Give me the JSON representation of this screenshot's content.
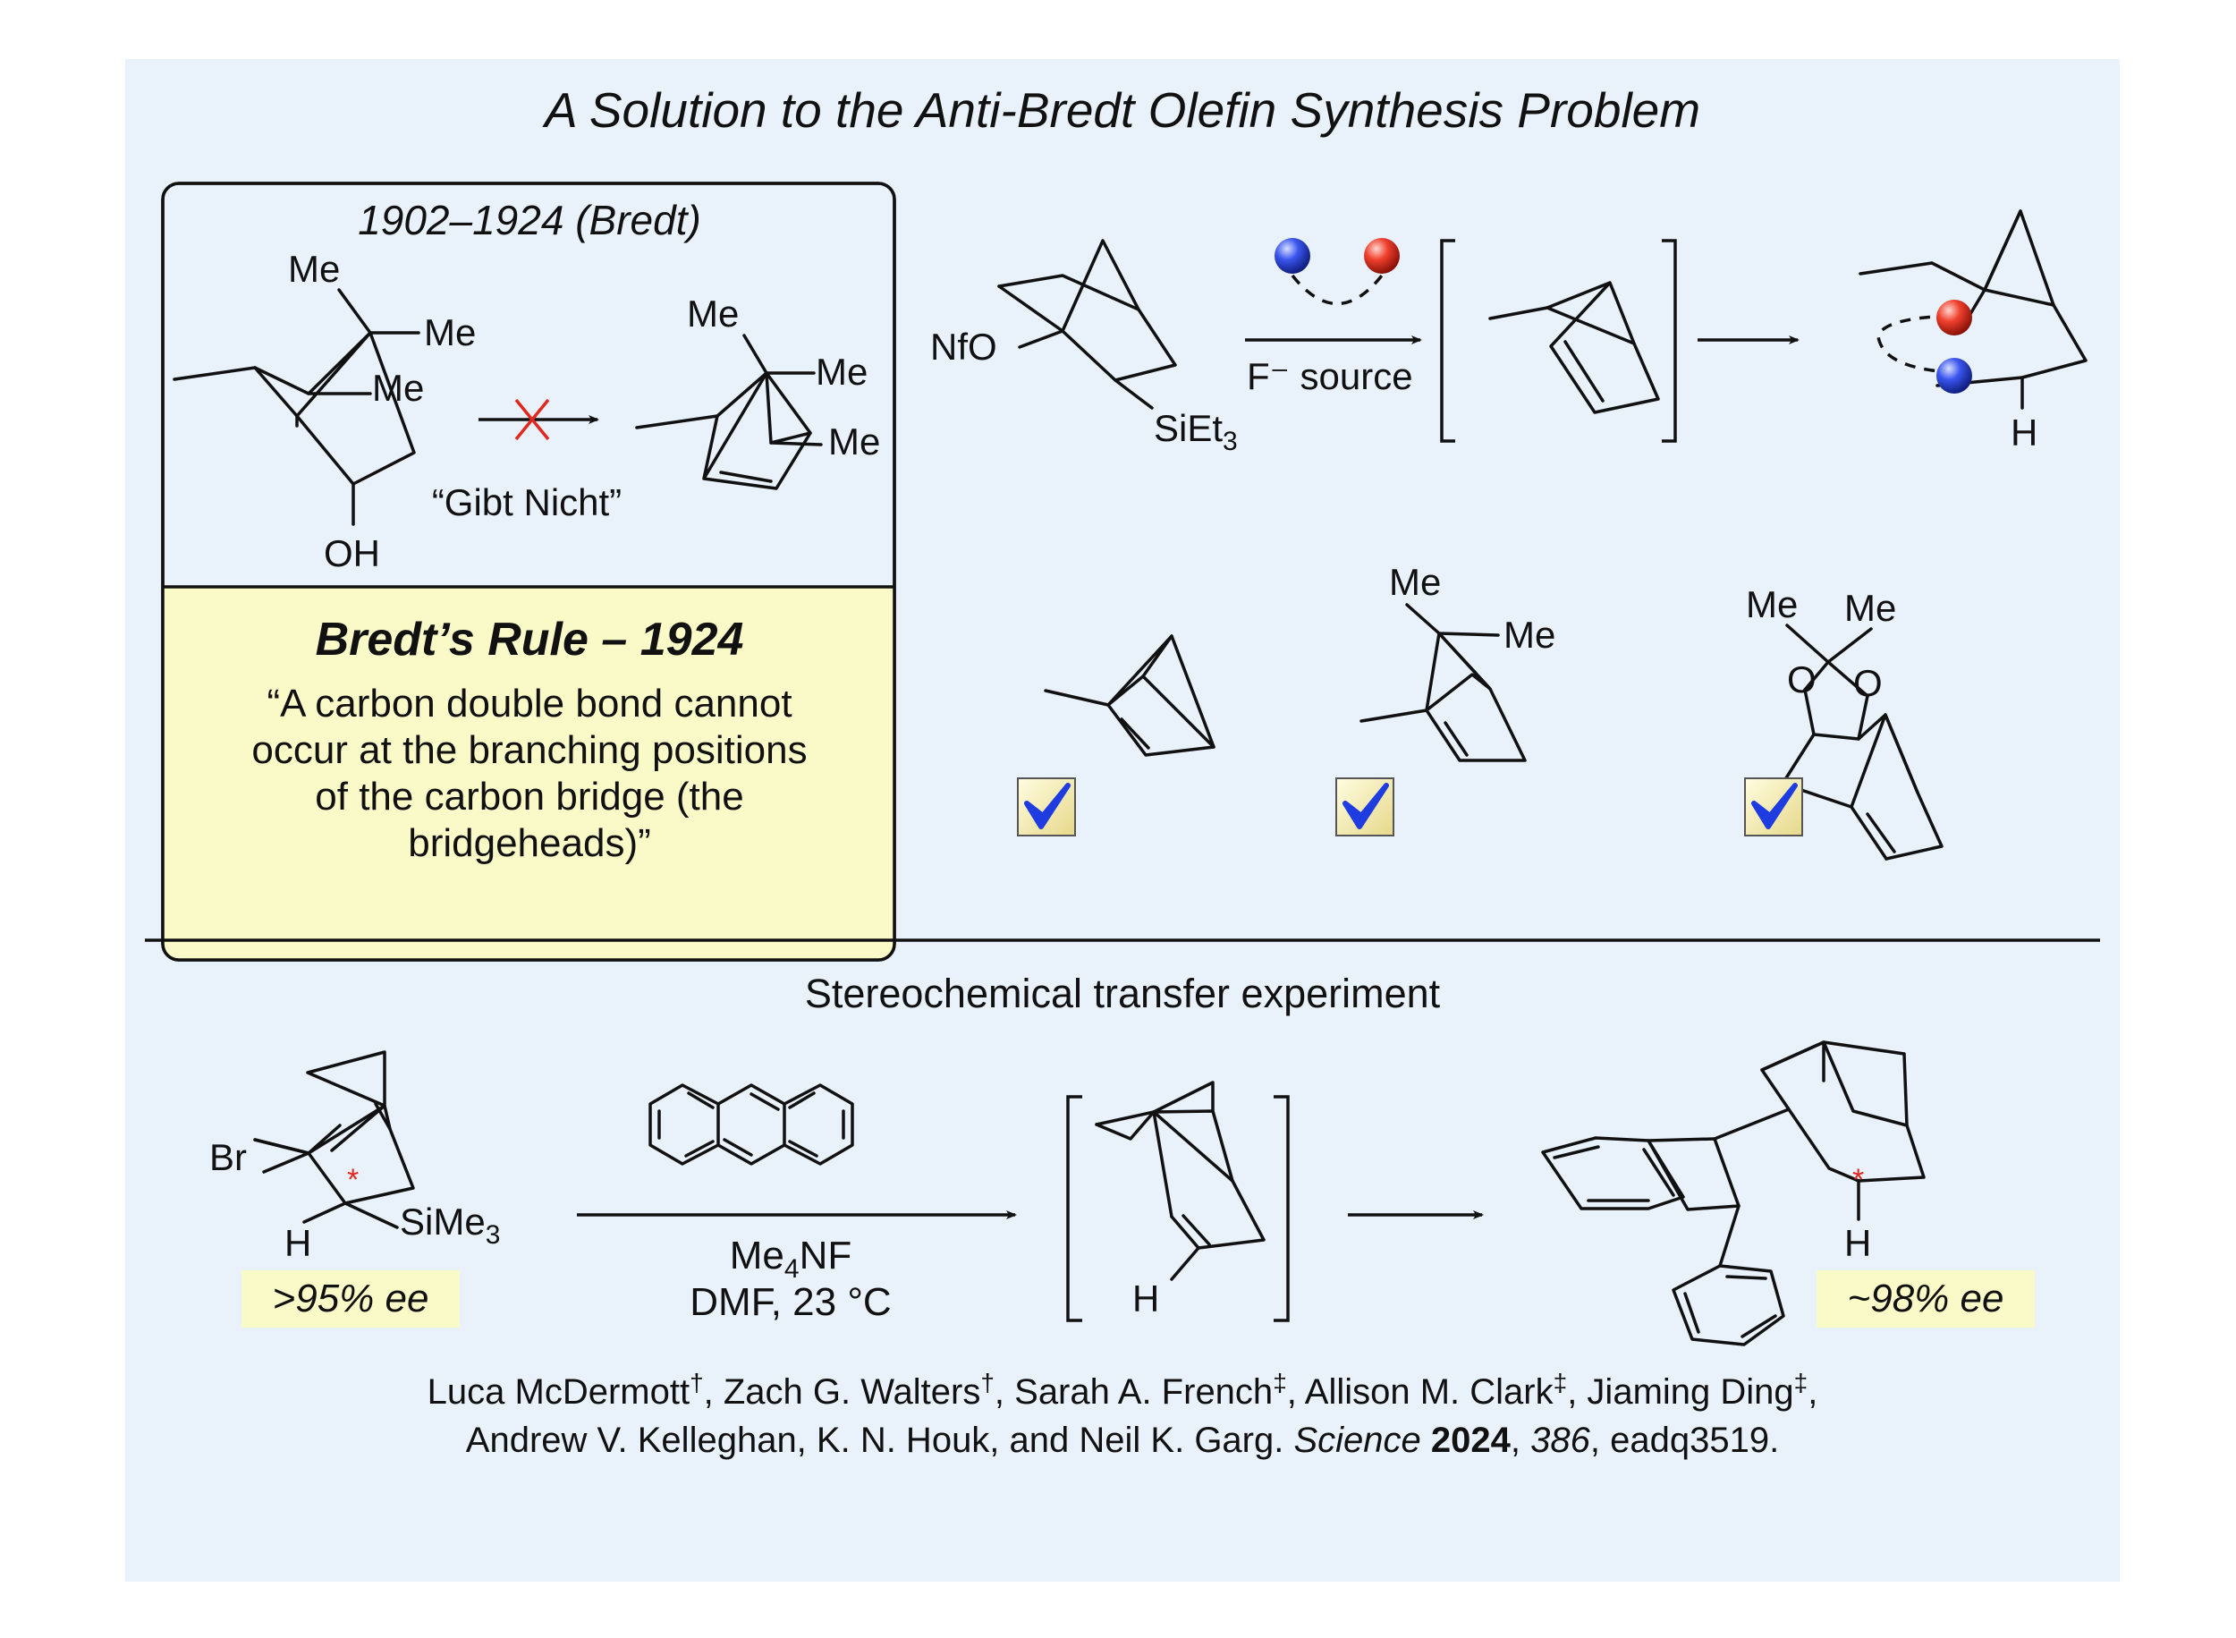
{
  "title": "A Solution to the Anti-Bredt Olefin Synthesis Problem",
  "bredt_box": {
    "era": "1902–1924 (Bredt)",
    "gibt_nicht": "“Gibt Nicht”",
    "rule_title": "Bredt’s Rule – 1924",
    "quote_lines": [
      "“A carbon double bond cannot",
      "occur at the branching positions",
      "of the carbon bridge (the",
      "bridgeheads)”"
    ]
  },
  "atoms": {
    "me": "Me",
    "oh": "OH",
    "h": "H",
    "nfo": "NfO",
    "br": "Br",
    "o": "O",
    "sieth": "SiEt",
    "sime": "SiMe",
    "sub3": "3"
  },
  "reaction_top": {
    "reagent": "F⁻ source"
  },
  "divider_title": "Stereochemical transfer experiment",
  "reaction_bottom": {
    "reagent_line1_pre": "Me",
    "reagent_line1_sub": "4",
    "reagent_line1_post": "NF",
    "reagent_line2": "DMF, 23 °C",
    "star": "*",
    "ee_start": ">95% ee",
    "ee_end": "~98% ee"
  },
  "citation": {
    "authors_line1": [
      {
        "text": "Luca McDermott",
        "sup": "†"
      },
      {
        "text": ", Zach G. Walters",
        "sup": "†"
      },
      {
        "text": ", Sarah A. French",
        "sup": "‡"
      },
      {
        "text": ", Allison M. Clark",
        "sup": "‡"
      },
      {
        "text": ", Jiaming Ding",
        "sup": "‡"
      },
      {
        "text": ",",
        "sup": ""
      }
    ],
    "authors_line2": "Andrew V. Kelleghan, K. N. Houk, and Neil K. Garg.",
    "journal": "Science",
    "year": "2024",
    "volume": "386",
    "article": ", eadq3519."
  },
  "colors": {
    "panel_bg": "#e9f1fb",
    "box_yellow": "#fafac8",
    "ee_yellow": "#fafac8",
    "red": "#e0281e",
    "blue_check": "#1f3ce0",
    "ball_red": "#e02a1a",
    "ball_blue": "#2a3fd8"
  }
}
